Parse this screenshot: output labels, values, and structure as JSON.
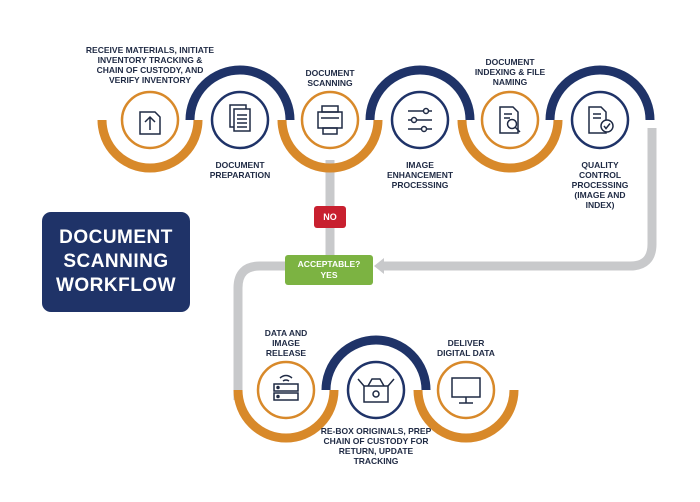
{
  "title": "DOCUMENT\nSCANNING\nWORKFLOW",
  "decision": {
    "no_label": "NO",
    "box_label": "ACCEPTABLE?\nYES"
  },
  "steps": [
    {
      "label": "RECEIVE MATERIALS, INITIATE\nINVENTORY TRACKING &\nCHAIN OF CUSTODY, AND\nVERIFY INVENTORY",
      "icon": "upload-document-icon"
    },
    {
      "label": "DOCUMENT\nPREPARATION",
      "icon": "documents-stack-icon"
    },
    {
      "label": "DOCUMENT\nSCANNING",
      "icon": "scanner-icon"
    },
    {
      "label": "IMAGE\nENHANCEMENT\nPROCESSING",
      "icon": "sliders-icon"
    },
    {
      "label": "DOCUMENT\nINDEXING & FILE\nNAMING",
      "icon": "document-search-icon"
    },
    {
      "label": "QUALITY\nCONTROL\nPROCESSING\n(IMAGE AND\nINDEX)",
      "icon": "document-check-icon"
    },
    {
      "label": "DATA AND\nIMAGE\nRELEASE",
      "icon": "server-icon"
    },
    {
      "label": "RE-BOX ORIGINALS, PREP\nCHAIN OF CUSTODY FOR\nRETURN, UPDATE TRACKING",
      "icon": "box-icon"
    },
    {
      "label": "DELIVER\nDIGITAL DATA",
      "icon": "monitor-icon"
    }
  ],
  "colors": {
    "navy": "#1f3368",
    "orange": "#d8892a",
    "gray": "#c8c9cb",
    "red": "#c8202f",
    "green": "#7cb342",
    "icon_stroke": "#1f2a44"
  }
}
